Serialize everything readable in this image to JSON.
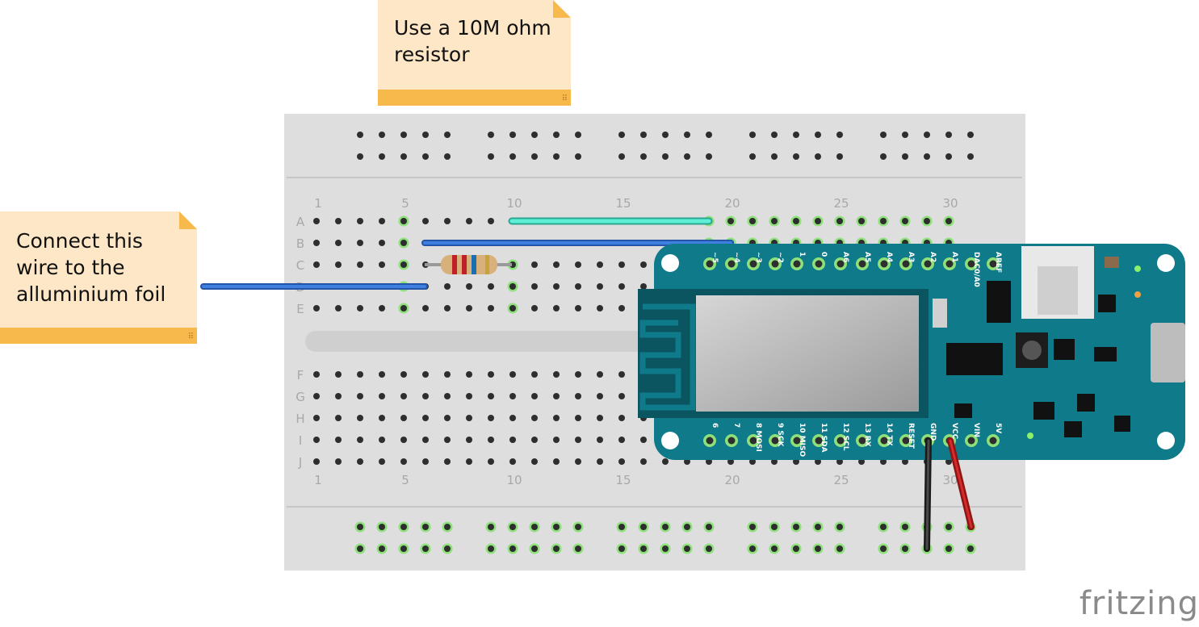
{
  "notes": {
    "top": "Use a 10M ohm resistor",
    "left": "Connect this wire to the alluminium foil"
  },
  "breadboard": {
    "rows_top": [
      "A",
      "B",
      "C",
      "D",
      "E"
    ],
    "rows_bottom": [
      "F",
      "G",
      "H",
      "I",
      "J"
    ],
    "column_numbers": [
      "1",
      "5",
      "10",
      "15",
      "20",
      "25",
      "30"
    ]
  },
  "board": {
    "top_pins": [
      "~5",
      "~4",
      "~3",
      "~2",
      "1",
      "0",
      "A6",
      "A5",
      "A4",
      "A3",
      "A2",
      "A1",
      "DAC0/A0",
      "AREF"
    ],
    "bottom_pins": [
      "6",
      "7",
      "8 MOSI",
      "9 SCK",
      "10 MISO",
      "11 SDA",
      "12 SCL",
      "13 RX",
      "14 TX",
      "RESET",
      "GND",
      "VCC",
      "VIN",
      "5V"
    ]
  },
  "logo": "fritzing",
  "colors": {
    "breadboard": "#dedede",
    "board": "#0f7a8a",
    "wire_blue": "#2f6fd1",
    "wire_teal": "#3de0c8",
    "wire_red": "#c8201f",
    "wire_black": "#1a1a1a",
    "note_bg": "#fde7c6",
    "note_band": "#f8b94c"
  }
}
